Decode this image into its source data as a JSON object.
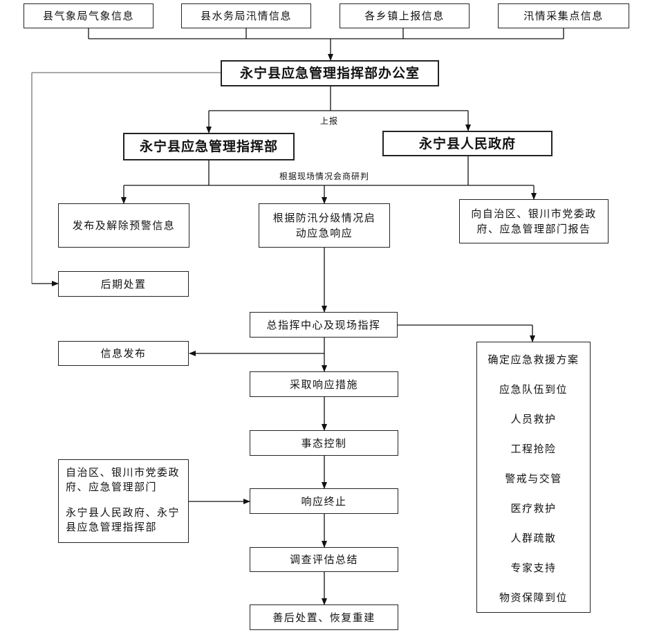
{
  "sources": [
    "县气象局气象信息",
    "县水务局汛情信息",
    "各乡镇上报信息",
    "汛情采集点信息"
  ],
  "office": "永宁县应急管理指挥部办公室",
  "report_label": "上报",
  "command": "永宁县应急管理指挥部",
  "government": "永宁县人民政府",
  "consult_label": "根据现场情况会商研判",
  "warning": "发布及解除预警信息",
  "start_response": "根据防汛分级情况启动应急响应",
  "report_up": "向自治区、银川市党委政府、应急管理部门报告",
  "aftermath": "后期处置",
  "general_command": "总指挥中心及现场指挥",
  "info_release": "信息发布",
  "take_measures": "采取响应措施",
  "control": "事态控制",
  "response_end": "响应终止",
  "evaluate": "调查评估总结",
  "rebuild": "善后处置、恢复重建",
  "authorities": {
    "line1": "自治区、银川市党委政府、应急管理部门",
    "line2": "永宁县人民政府、永宁县应急管理指挥部"
  },
  "measures": [
    "确定应急救援方案",
    "应急队伍到位",
    "人员救护",
    "工程抢险",
    "警戒与交管",
    "医疗救护",
    "人群疏散",
    "专家支持",
    "物资保障到位"
  ]
}
